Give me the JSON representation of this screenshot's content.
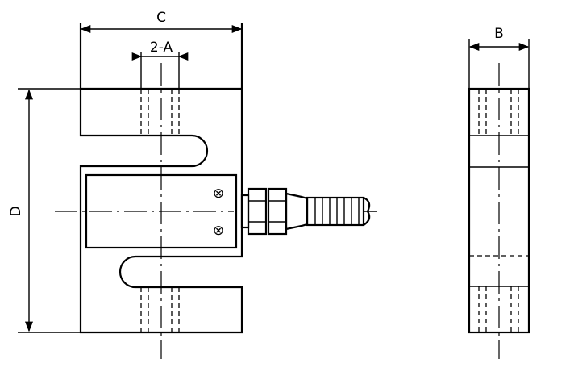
{
  "diagram": {
    "dimension_labels": {
      "width": "C",
      "depth": "B",
      "hole_spec": "2-A",
      "height": "D"
    },
    "screw_symbol": "⊗",
    "line_color": "#000000",
    "background": "#ffffff"
  }
}
